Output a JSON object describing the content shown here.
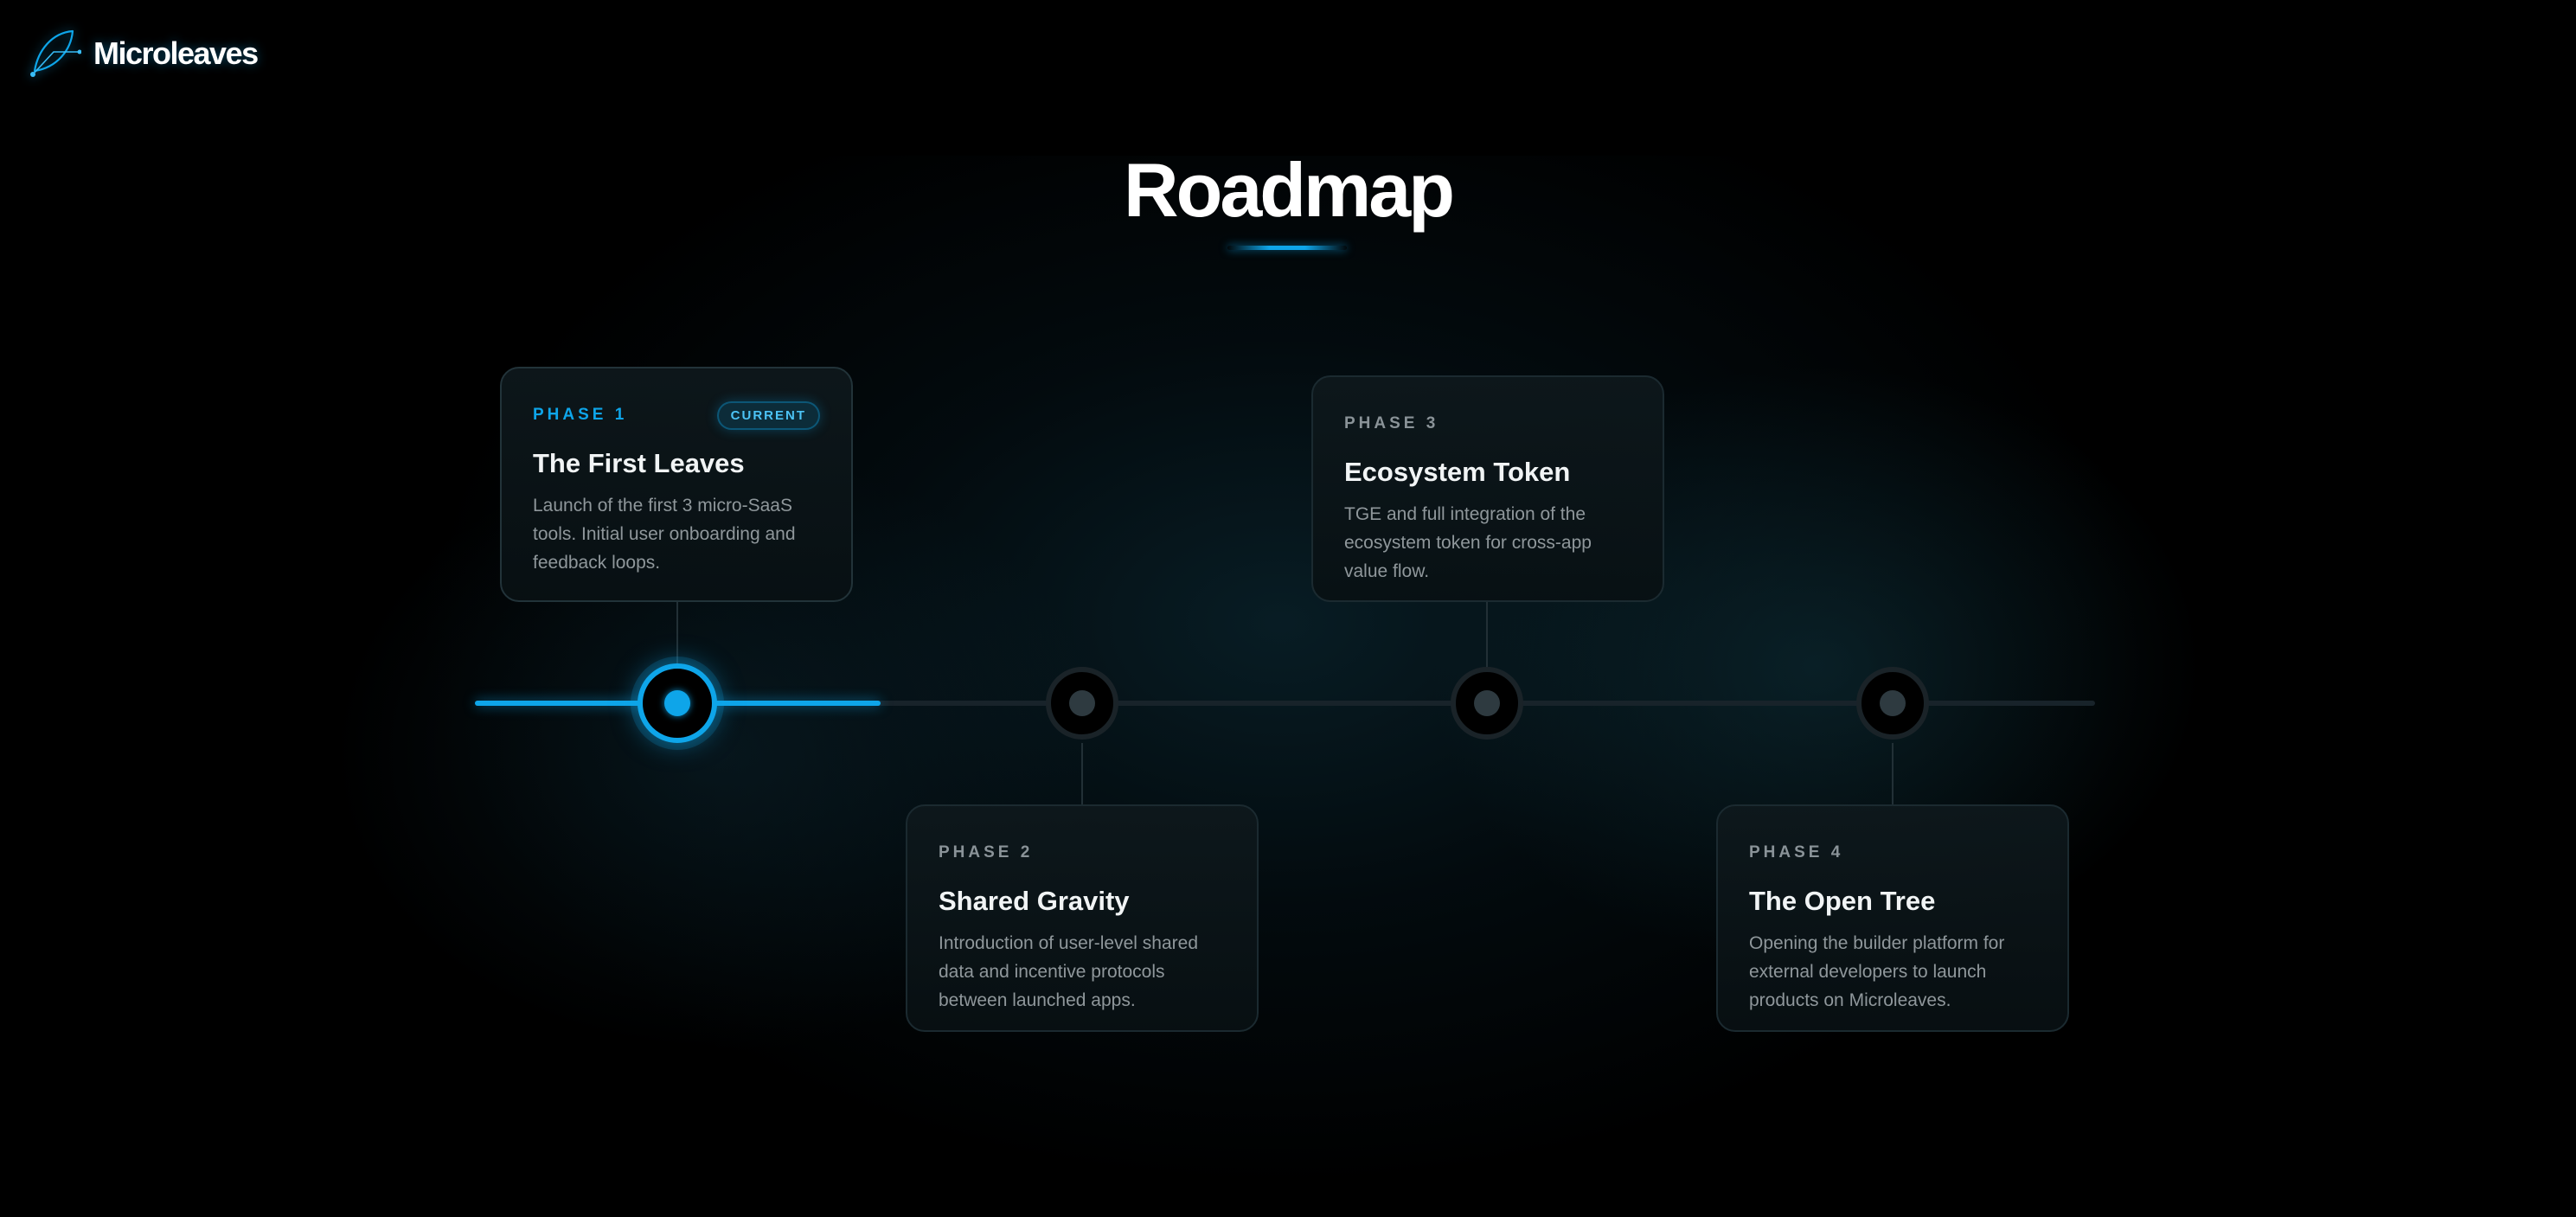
{
  "brand": {
    "name": "Microleaves",
    "logo_icon": "leaf-icon",
    "accent": "#0ea5e9"
  },
  "page": {
    "title": "Roadmap"
  },
  "timeline": {
    "progress": 0.25,
    "phases": [
      {
        "phase": "PHASE 1",
        "badge": "CURRENT",
        "title": "The First Leaves",
        "description": "Launch of the first 3 micro-SaaS tools. Initial user onboarding and feedback loops."
      },
      {
        "phase": "PHASE 2",
        "title": "Shared Gravity",
        "description": "Introduction of user-level shared data and incentive protocols between launched apps."
      },
      {
        "phase": "PHASE 3",
        "title": "Ecosystem Token",
        "description": "TGE and full integration of the ecosystem token for cross-app value flow."
      },
      {
        "phase": "PHASE 4",
        "title": "The Open Tree",
        "description": "Opening the builder platform for external developers to launch products on Microleaves."
      }
    ]
  }
}
